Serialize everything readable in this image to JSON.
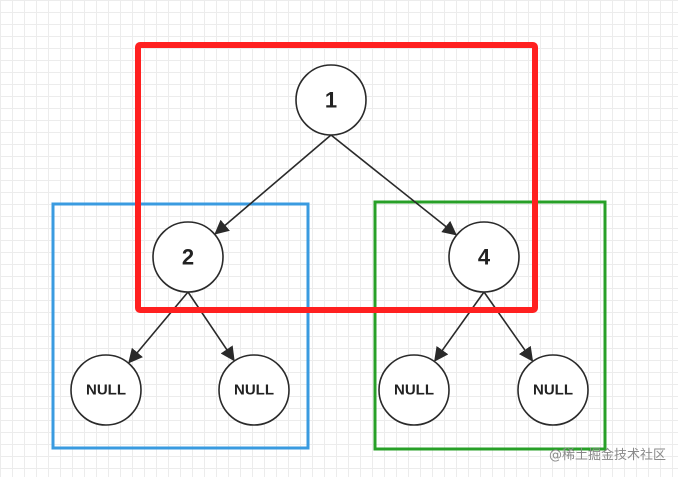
{
  "tree": {
    "nodes": [
      {
        "id": "n1",
        "label": "1"
      },
      {
        "id": "n2",
        "label": "2"
      },
      {
        "id": "n4",
        "label": "4"
      },
      {
        "id": "n2-left",
        "label": "NULL"
      },
      {
        "id": "n2-right",
        "label": "NULL"
      },
      {
        "id": "n4-left",
        "label": "NULL"
      },
      {
        "id": "n4-right",
        "label": "NULL"
      }
    ],
    "edges": [
      {
        "from": "n1",
        "to": "n2"
      },
      {
        "from": "n1",
        "to": "n4"
      },
      {
        "from": "n2",
        "to": "n2-left"
      },
      {
        "from": "n2",
        "to": "n2-right"
      },
      {
        "from": "n4",
        "to": "n4-left"
      },
      {
        "from": "n4",
        "to": "n4-right"
      }
    ]
  },
  "highlight_boxes": [
    {
      "name": "root-subtree-box",
      "color": "#ff2020"
    },
    {
      "name": "left-subtree-box",
      "color": "#3a9be0"
    },
    {
      "name": "right-subtree-box",
      "color": "#28a028"
    }
  ],
  "watermark": "@稀土掘金技术社区"
}
